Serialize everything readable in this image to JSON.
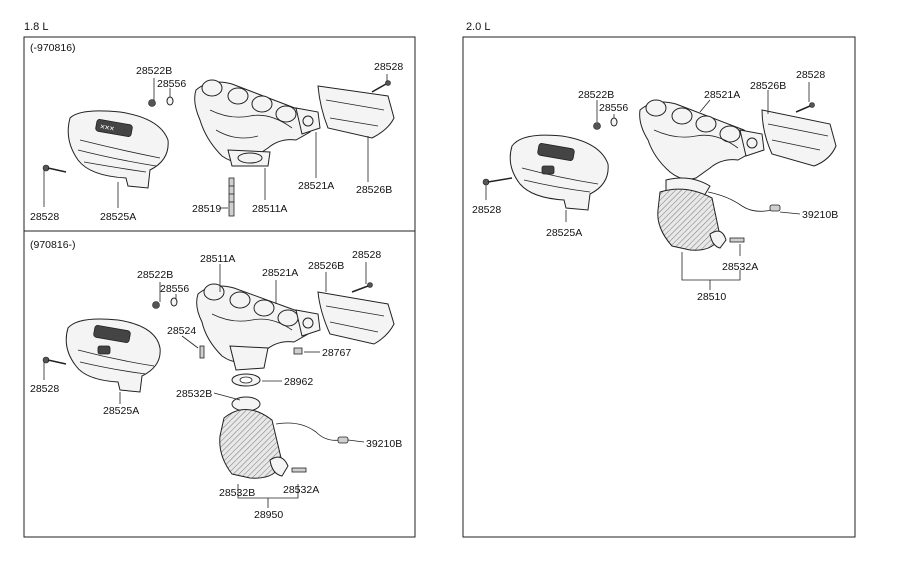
{
  "sections": {
    "left": {
      "header": "1.8 L",
      "top_panel": {
        "variant": "(-970816)",
        "labels": {
          "p28522b": "28522B",
          "p28556": "28556",
          "p28528_top": "28528",
          "p28528_left": "28528",
          "p28525a": "28525A",
          "p28519": "28519",
          "p28511a": "28511A",
          "p28521a": "28521A",
          "p28526b": "28526B"
        }
      },
      "bottom_panel": {
        "variant": "(970816-)",
        "labels": {
          "p28511a": "28511A",
          "p28521a": "28521A",
          "p28526b": "28526B",
          "p28528_top": "28528",
          "p28522b": "28522B",
          "p28556": "28556",
          "p28524": "28524",
          "p28767": "28767",
          "p28528_left": "28528",
          "p28525a": "28525A",
          "p28962": "28962",
          "p28532b_upper": "28532B",
          "p39210b": "39210B",
          "p28532b_lower": "28532B",
          "p28532a": "28532A",
          "p28950": "28950"
        }
      }
    },
    "right": {
      "header": "2.0 L",
      "labels": {
        "p28522b": "28522B",
        "p28521a": "28521A",
        "p28528_top": "28528",
        "p28556": "28556",
        "p28526b": "28526B",
        "p28528_left": "28528",
        "p28525a": "28525A",
        "p39210b": "39210B",
        "p28532a": "28532A",
        "p28510": "28510"
      }
    }
  },
  "colors": {
    "line": "#222222",
    "background": "#ffffff"
  }
}
